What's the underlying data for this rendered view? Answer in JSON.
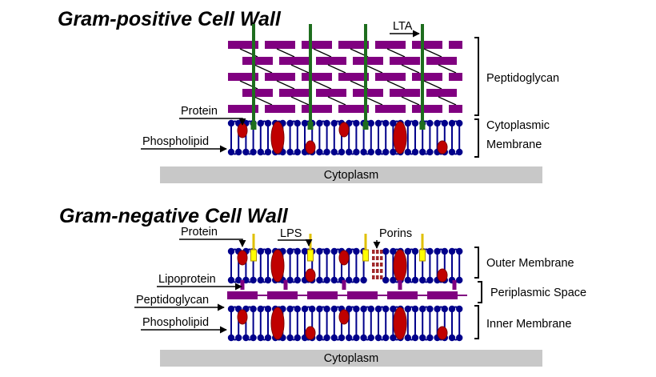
{
  "colors": {
    "peptidoglycan": "#800080",
    "membrane": "#00008b",
    "protein": "#c00000",
    "lta": "#1e6e1e",
    "lps": "#ffff00",
    "cytoplasm_bar": "#c8c8c8"
  },
  "gram_positive": {
    "title": "Gram-positive Cell Wall",
    "labels": {
      "lta": "LTA",
      "protein": "Protein",
      "phospholipid": "Phospholipid",
      "peptidoglycan": "Peptidoglycan",
      "membrane_line1": "Cytoplasmic",
      "membrane_line2": "Membrane",
      "cytoplasm": "Cytoplasm"
    }
  },
  "gram_negative": {
    "title": "Gram-negative Cell Wall",
    "labels": {
      "protein": "Protein",
      "lps": "LPS",
      "porins": "Porins",
      "lipoprotein": "Lipoprotein",
      "peptidoglycan": "Peptidoglycan",
      "phospholipid": "Phospholipid",
      "outer_membrane": "Outer Membrane",
      "periplasmic_space": "Periplasmic Space",
      "inner_membrane": "Inner Membrane",
      "cytoplasm": "Cytoplasm"
    }
  }
}
